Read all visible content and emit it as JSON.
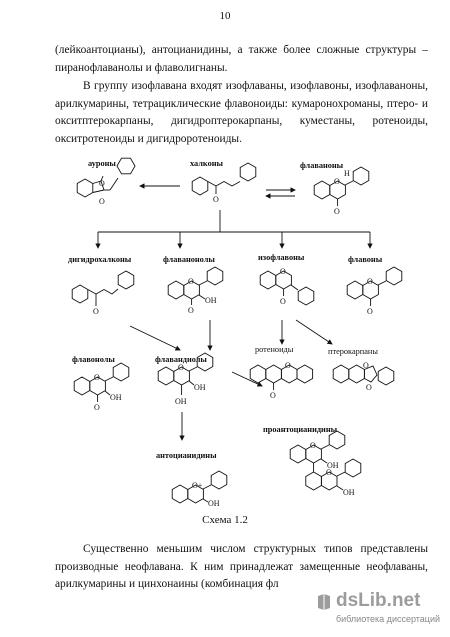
{
  "page": {
    "number": "10"
  },
  "text": {
    "p1": "(лейкоантоцианы), антоцианидины, а также более сложные структуры – пиранофлаванолы и флаволигнаны.",
    "p2": "В группу изофлавана входят изофлаваны, изофлавоны, изофлаваноны, арилкумарины, тетрациклические флавоноиды: кумаронохроманы, птеро- и окситптерокарпаны, дигидроптерокарпаны, куместаны, ротеноиды, окситротеноиды и дигидроротеноиды.",
    "p3": "Существенно меньшим числом структурных типов представлены производные неофлавана. К ним принадлежат замещенные неофлаваны, арилкумарины и цинхонаины (комбинация фл"
  },
  "scheme": {
    "caption": "Схема 1.2",
    "labels": {
      "aurones": "ауроны",
      "chalcones": "халконы",
      "flavanones": "флаваноны",
      "dihydrochalcones": "дигидрохалконы",
      "flavanonols": "флаванонолы",
      "isoflavones": "изофлавоны",
      "flavones": "флавоны",
      "rotenoids": "ротеноиды",
      "pterocarpans": "птерокарпаны",
      "flavonols": "флавонолы",
      "flavandiols": "флавандиолы",
      "anthocyanidins": "антоцианидины",
      "proanthocyanidins": "проантоцианидины"
    },
    "atoms": {
      "O": "O",
      "H": "H",
      "OH": "OH",
      "Oplus": "O+"
    }
  },
  "watermark": {
    "site": "dsLib.net",
    "tagline": "библиотека диссертаций"
  },
  "colors": {
    "text": "#111111",
    "watermark_gray": "#9c9c9c",
    "watermark_red": "#e4001b"
  }
}
